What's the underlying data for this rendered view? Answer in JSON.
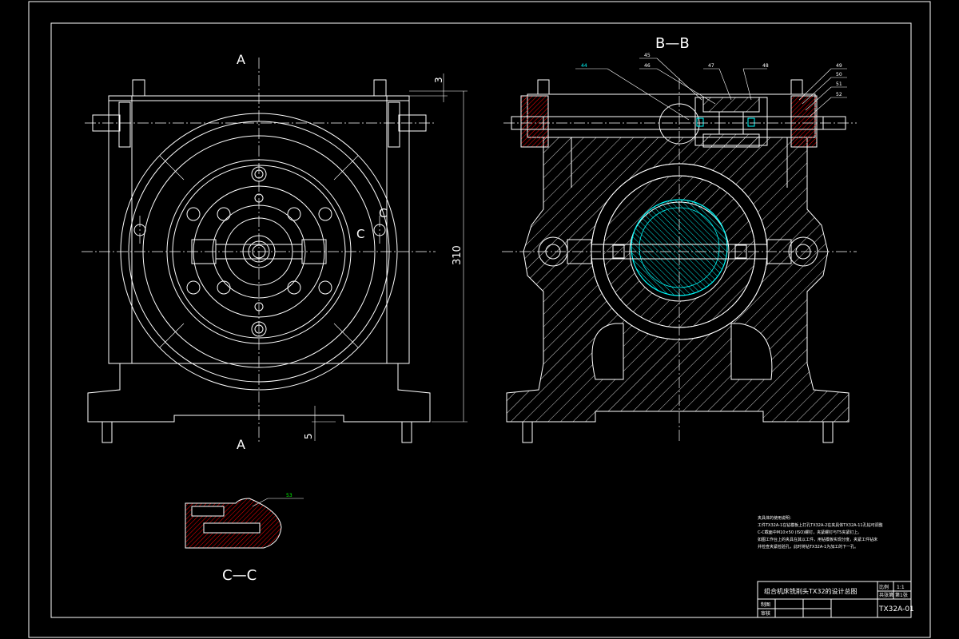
{
  "drawing": {
    "section_bb": "B—B",
    "section_cc": "C—C",
    "section_a_top": "A",
    "section_a_bottom": "A",
    "section_c_left": "C",
    "section_c_right": "C",
    "dim_top": "3",
    "dim_height": "310",
    "dim_bottom": "5"
  },
  "balloons": {
    "b44": "44",
    "b45": "45",
    "b46": "46",
    "b47": "47",
    "b48": "48",
    "b49": "49",
    "b50": "50",
    "b51": "51",
    "b52": "52",
    "b53": "53"
  },
  "notes": {
    "line1": "夹具体的使用说明：",
    "line2": "工件TX32A-1在钻模板上打孔TX32A-2在夹具体TX32A-11孔钻可调整",
    "line3": "C-C截面中M10×50 (ISO)螺钉，夹紧螺钉与T5夹紧钉上。",
    "line4": "如图工作台上的夹具在其以工件，用钻模板实现分度，夹紧工件钻床",
    "line5": "并检查夹紧检验孔，此时将钻TX32A-1为加工的下一孔。"
  },
  "title_block": {
    "title": "组合机床铣削头TX32的设计总图",
    "scale_label": "比例",
    "scale_value": "1:1",
    "sheet_label": "共张第",
    "sheet_value": "第1张",
    "drawn_label": "制图",
    "checked_label": "审核",
    "drawing_no": "TX32A-01"
  },
  "colors": {
    "background": "#000000",
    "lines": "#ffffff",
    "cyan_part": "#00ffff",
    "red_hatch": "#ff0000",
    "balloon_green": "#00ff00"
  }
}
